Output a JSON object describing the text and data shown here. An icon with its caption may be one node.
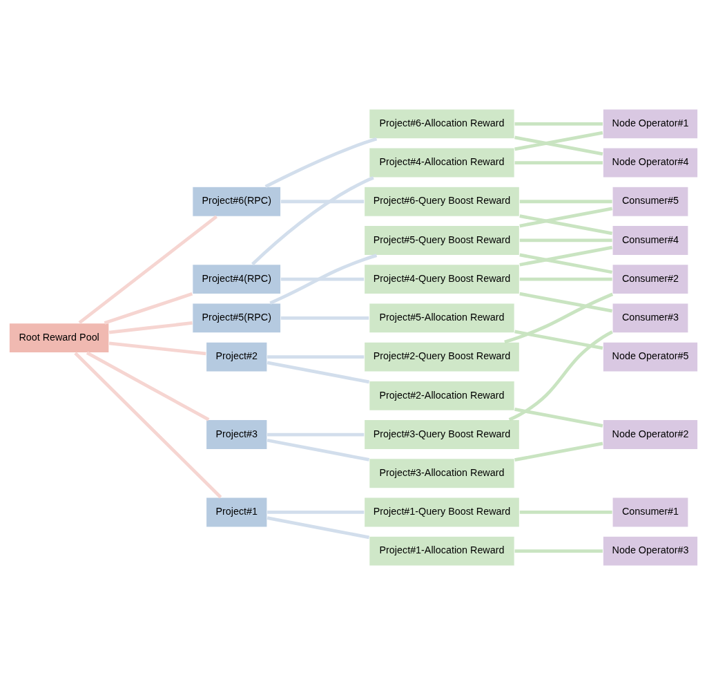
{
  "diagram": {
    "nodes": [
      {
        "text": [
          "Root Reward Pool"
        ]
      },
      {
        "text": [
          "Project#4(RPC)"
        ]
      },
      {
        "text": [
          "Project#5(RPC)"
        ]
      },
      {
        "text": [
          "Project#6(RPC)"
        ]
      },
      {
        "text": [
          "Project#3"
        ]
      },
      {
        "text": [
          "Project#2"
        ]
      },
      {
        "text": [
          "Project#1"
        ]
      },
      {
        "text": [
          "Project#4-Query Boost Reward"
        ]
      },
      {
        "text": [
          "Project#5-Query Boost Reward"
        ]
      },
      {
        "text": [
          "Project#4-Allocation Reward"
        ]
      },
      {
        "text": [
          "Project#6-Query Boost Reward"
        ]
      },
      {
        "text": [
          "Project#3-Query Boost Reward"
        ]
      },
      {
        "text": [
          "Project#5-Allocation Reward"
        ]
      },
      {
        "text": [
          "Project#2-Query Boost Reward"
        ]
      },
      {
        "text": [
          "Project#6-Allocation Reward"
        ]
      },
      {
        "text": [
          "Project#1-Query Boost Reward"
        ]
      },
      {
        "text": [
          "Project#3-Allocation Reward"
        ]
      },
      {
        "text": [
          "Project#2-Allocation Reward"
        ]
      },
      {
        "text": [
          "Project#1-Allocation Reward"
        ]
      },
      {
        "text": [
          "Consumer#4"
        ]
      },
      {
        "text": [
          "Consumer#2"
        ]
      },
      {
        "text": [
          "Consumer#3"
        ]
      },
      {
        "text": [
          "Consumer#5"
        ]
      },
      {
        "text": [
          "Node Operator#1"
        ]
      },
      {
        "text": [
          "Node Operator#5"
        ]
      },
      {
        "text": [
          "Node Operator#4"
        ]
      },
      {
        "text": [
          "Consumer#1"
        ]
      },
      {
        "text": [
          "Node Operator#2"
        ]
      },
      {
        "text": [
          "Node Operator#3"
        ]
      }
    ],
    "edges": [
      {
        "from": 0,
        "to": 1,
        "arrow": "none",
        "color": "#f6d5d1"
      },
      {
        "from": 0,
        "to": 2,
        "arrow": "none",
        "color": "#f6d5d1"
      },
      {
        "from": 0,
        "to": 3,
        "arrow": "none",
        "color": "#f6d5d1"
      },
      {
        "from": 0,
        "to": 4,
        "arrow": "none",
        "color": "#f6d5d1"
      },
      {
        "from": 0,
        "to": 5,
        "arrow": "none",
        "color": "#f6d5d1"
      },
      {
        "from": 0,
        "to": 6,
        "arrow": "none",
        "color": "#f6d5d1"
      },
      {
        "from": 1,
        "to": 7,
        "arrow": "none",
        "color": "#d2deec"
      },
      {
        "from": 1,
        "to": 9,
        "arrow": "none",
        "color": "#d2deec"
      },
      {
        "from": 2,
        "to": 8,
        "arrow": "none",
        "color": "#d2deec"
      },
      {
        "from": 2,
        "to": 12,
        "arrow": "none",
        "color": "#d2deec"
      },
      {
        "from": 3,
        "to": 10,
        "arrow": "none",
        "color": "#d2deec"
      },
      {
        "from": 3,
        "to": 14,
        "arrow": "none",
        "color": "#d2deec"
      },
      {
        "from": 4,
        "to": 11,
        "arrow": "none",
        "color": "#d2deec"
      },
      {
        "from": 4,
        "to": 16,
        "arrow": "none",
        "color": "#d2deec"
      },
      {
        "from": 5,
        "to": 13,
        "arrow": "none",
        "color": "#d2deec"
      },
      {
        "from": 5,
        "to": 17,
        "arrow": "none",
        "color": "#d2deec"
      },
      {
        "from": 6,
        "to": 15,
        "arrow": "none",
        "color": "#d2deec"
      },
      {
        "from": 6,
        "to": 18,
        "arrow": "none",
        "color": "#d2deec"
      },
      {
        "from": 7,
        "to": 19,
        "arrow": "none"
      },
      {
        "from": 7,
        "to": 20,
        "arrow": "none"
      },
      {
        "from": 7,
        "to": 21,
        "arrow": "none"
      },
      {
        "from": 8,
        "to": 19,
        "arrow": "none"
      },
      {
        "from": 8,
        "to": 20,
        "arrow": "none"
      },
      {
        "from": 8,
        "to": 22,
        "arrow": "none"
      },
      {
        "from": 9,
        "to": 23,
        "arrow": "none"
      },
      {
        "from": 9,
        "to": 25,
        "arrow": "none"
      },
      {
        "from": 10,
        "to": 19,
        "arrow": "none"
      },
      {
        "from": 10,
        "to": 22,
        "arrow": "none"
      },
      {
        "from": 11,
        "to": 21,
        "arrow": "none"
      },
      {
        "from": 12,
        "to": 24,
        "arrow": "none"
      },
      {
        "from": 13,
        "to": 20,
        "arrow": "none"
      },
      {
        "from": 14,
        "to": 23,
        "arrow": "none"
      },
      {
        "from": 14,
        "to": 25,
        "arrow": "none"
      },
      {
        "from": 15,
        "to": 26,
        "arrow": "none"
      },
      {
        "from": 16,
        "to": 27,
        "arrow": "none"
      },
      {
        "from": 17,
        "to": 27,
        "arrow": "none"
      },
      {
        "from": 18,
        "to": 28,
        "arrow": "none"
      }
    ]
  }
}
